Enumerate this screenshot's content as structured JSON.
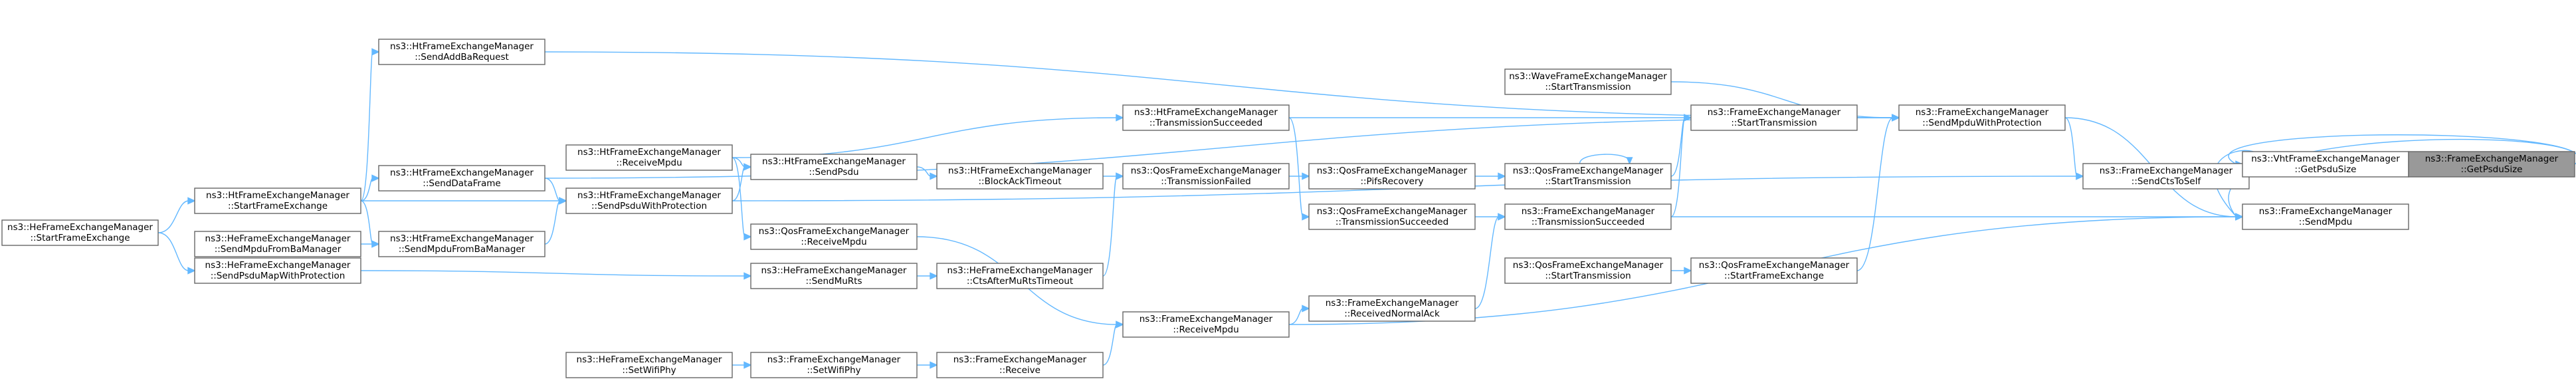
{
  "style": {
    "edge_color": "#63b8ff",
    "node_border": "#666666",
    "highlight_fill": "#999999"
  },
  "nodes": [
    {
      "id": "hfe_start",
      "lines": [
        "ns3::HeFrameExchangeManager",
        "::StartFrameExchange"
      ]
    },
    {
      "id": "ht_start",
      "lines": [
        "ns3::HtFrameExchangeManager",
        "::StartFrameExchange"
      ]
    },
    {
      "id": "he_sendmpdu_fromba",
      "lines": [
        "ns3::HeFrameExchangeManager",
        "::SendMpduFromBaManager"
      ]
    },
    {
      "id": "he_sendpsdumap",
      "lines": [
        "ns3::HeFrameExchangeManager",
        "::SendPsduMapWithProtection"
      ]
    },
    {
      "id": "ht_addba",
      "lines": [
        "ns3::HtFrameExchangeManager",
        "::SendAddBaRequest"
      ]
    },
    {
      "id": "ht_senddata",
      "lines": [
        "ns3::HtFrameExchangeManager",
        "::SendDataFrame"
      ]
    },
    {
      "id": "ht_sendpsduprot",
      "lines": [
        "ns3::HtFrameExchangeManager",
        "::SendPsduWithProtection"
      ]
    },
    {
      "id": "ht_sendmpdu_fromba",
      "lines": [
        "ns3::HtFrameExchangeManager",
        "::SendMpduFromBaManager"
      ]
    },
    {
      "id": "ht_recvmpdu",
      "lines": [
        "ns3::HtFrameExchangeManager",
        "::ReceiveMpdu"
      ]
    },
    {
      "id": "he_setwifiphy",
      "lines": [
        "ns3::HeFrameExchangeManager",
        "::SetWifiPhy"
      ]
    },
    {
      "id": "ht_sendpsdu",
      "lines": [
        "ns3::HtFrameExchangeManager",
        "::SendPsdu"
      ]
    },
    {
      "id": "qos_recvmpdu",
      "lines": [
        "ns3::QosFrameExchangeManager",
        "::ReceiveMpdu"
      ]
    },
    {
      "id": "he_sendmurts",
      "lines": [
        "ns3::HeFrameExchangeManager",
        "::SendMuRts"
      ]
    },
    {
      "id": "fe_setwifiphy",
      "lines": [
        "ns3::FrameExchangeManager",
        "::SetWifiPhy"
      ]
    },
    {
      "id": "ht_txsucc",
      "lines": [
        "ns3::HtFrameExchangeManager",
        "::TransmissionSucceeded"
      ]
    },
    {
      "id": "ht_blockack",
      "lines": [
        "ns3::HtFrameExchangeManager",
        "::BlockAckTimeout"
      ]
    },
    {
      "id": "he_cts",
      "lines": [
        "ns3::HeFrameExchangeManager",
        "::CtsAfterMuRtsTimeout"
      ]
    },
    {
      "id": "fe_receive",
      "lines": [
        "ns3::FrameExchangeManager",
        "::Receive"
      ]
    },
    {
      "id": "qos_txfailed",
      "lines": [
        "ns3::QosFrameExchangeManager",
        "::TransmissionFailed"
      ]
    },
    {
      "id": "fe_recvmpdu",
      "lines": [
        "ns3::FrameExchangeManager",
        "::ReceiveMpdu"
      ]
    },
    {
      "id": "qos_pifs",
      "lines": [
        "ns3::QosFrameExchangeManager",
        "::PifsRecovery"
      ]
    },
    {
      "id": "qos_txsucc",
      "lines": [
        "ns3::QosFrameExchangeManager",
        "::TransmissionSucceeded"
      ]
    },
    {
      "id": "fe_recvnormalack",
      "lines": [
        "ns3::FrameExchangeManager",
        "::ReceivedNormalAck"
      ]
    },
    {
      "id": "wave_starttx",
      "lines": [
        "ns3::WaveFrameExchangeManager",
        "::StartTransmission"
      ]
    },
    {
      "id": "qos_starttx",
      "lines": [
        "ns3::QosFrameExchangeManager",
        "::StartTransmission"
      ]
    },
    {
      "id": "qos_starttx2",
      "lines": [
        "ns3::QosFrameExchangeManager",
        "::StartTransmission"
      ]
    },
    {
      "id": "fe_starttx",
      "lines": [
        "ns3::FrameExchangeManager",
        "::StartTransmission"
      ]
    },
    {
      "id": "fe_txsucc",
      "lines": [
        "ns3::FrameExchangeManager",
        "::TransmissionSucceeded"
      ]
    },
    {
      "id": "qos_startfe",
      "lines": [
        "ns3::QosFrameExchangeManager",
        "::StartFrameExchange"
      ]
    },
    {
      "id": "fe_sendmpduprot",
      "lines": [
        "ns3::FrameExchangeManager",
        "::SendMpduWithProtection"
      ]
    },
    {
      "id": "fe_sendcts",
      "lines": [
        "ns3::FrameExchangeManager",
        "::SendCtsToSelf"
      ]
    },
    {
      "id": "fe_sendmpdu",
      "lines": [
        "ns3::FrameExchangeManager",
        "::SendMpdu"
      ]
    },
    {
      "id": "vht_getpsdu",
      "lines": [
        "ns3::VhtFrameExchangeManager",
        "::GetPsduSize"
      ]
    },
    {
      "id": "fe_getpsdu",
      "lines": [
        "ns3::FrameExchangeManager",
        "::GetPsduSize"
      ]
    }
  ]
}
